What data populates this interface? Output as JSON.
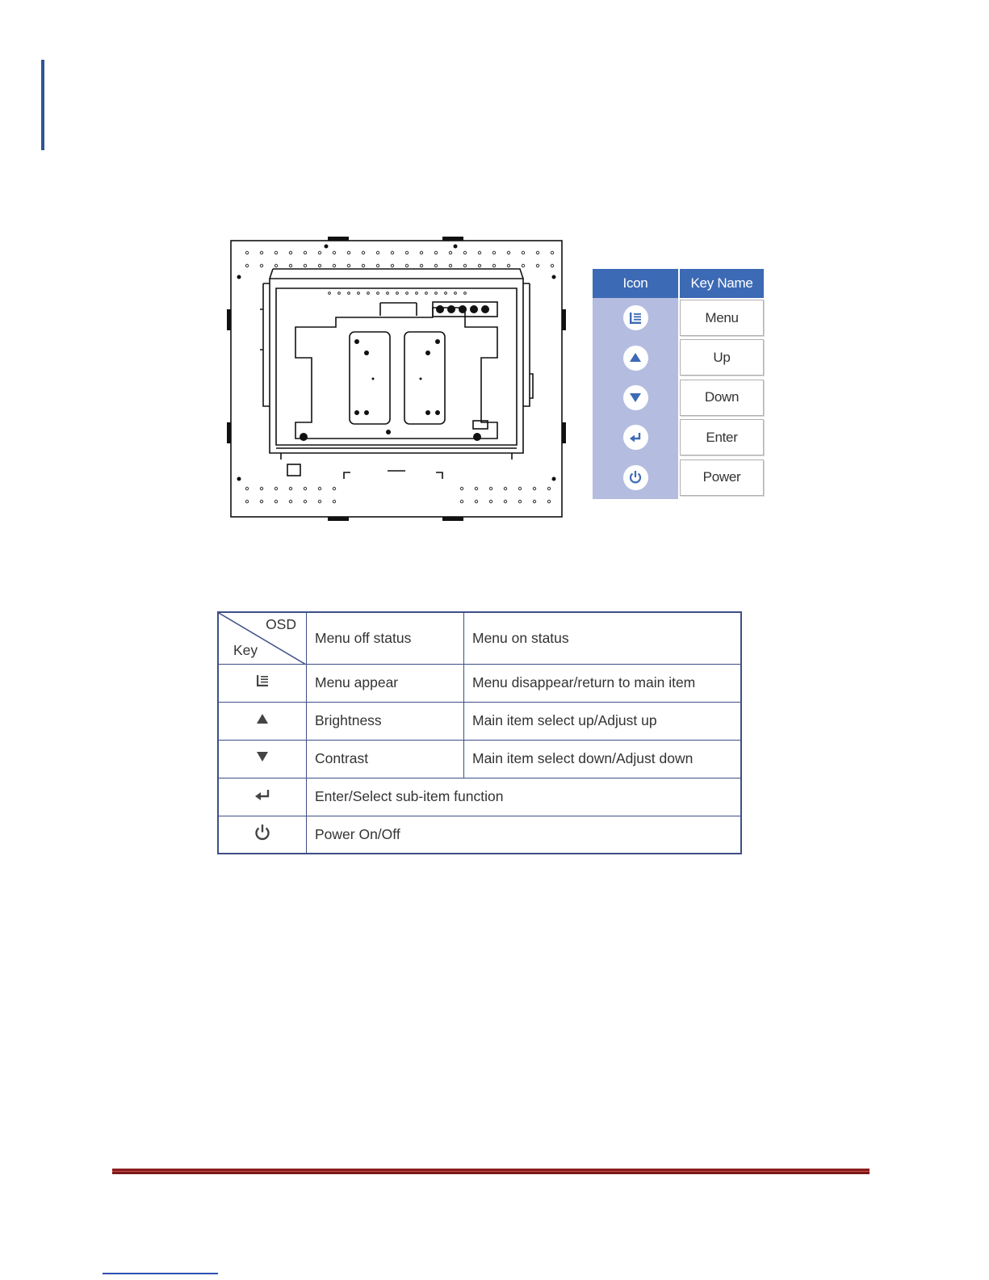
{
  "key_legend": {
    "header_icon": "Icon",
    "header_name": "Key Name",
    "rows": [
      {
        "icon": "menu-icon",
        "name": "Menu"
      },
      {
        "icon": "up-arrow-icon",
        "name": "Up"
      },
      {
        "icon": "down-arrow-icon",
        "name": "Down"
      },
      {
        "icon": "enter-icon",
        "name": "Enter"
      },
      {
        "icon": "power-icon",
        "name": "Power"
      }
    ],
    "header_color": "#3d6ab5",
    "icon_column_color": "#b4bde0"
  },
  "osd_table": {
    "corner_top": "OSD",
    "corner_bottom": "Key",
    "col_off": "Menu off status",
    "col_on": "Menu on status",
    "rows": [
      {
        "icon": "menu-icon",
        "off": "Menu appear",
        "on": "Menu disappear/return to main item"
      },
      {
        "icon": "up-arrow-icon",
        "off": "Brightness",
        "on": "Main item select up/Adjust up"
      },
      {
        "icon": "down-arrow-icon",
        "off": "Contrast",
        "on": "Main item select down/Adjust down"
      },
      {
        "icon": "enter-icon",
        "span": "Enter/Select sub-item function"
      },
      {
        "icon": "power-icon",
        "span": "Power On/Off"
      }
    ],
    "border_color": "#3e4f87"
  },
  "colors": {
    "left_rule": "#2f5597",
    "bottom_rule": "#8b1d1d"
  }
}
